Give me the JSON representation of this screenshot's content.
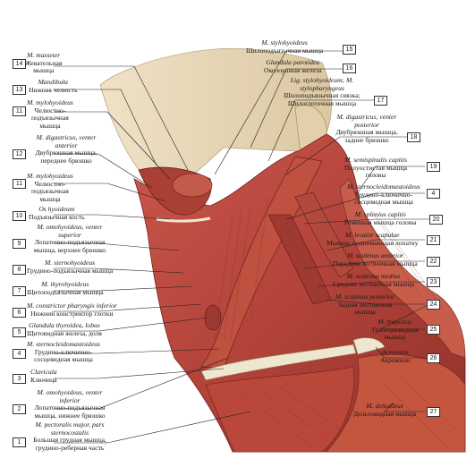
{
  "left_labels": [
    {
      "num": "14",
      "lat": "M. masseter",
      "ru": [
        "Жевательная",
        "мышца"
      ]
    },
    {
      "num": "13",
      "lat": "Mandibula",
      "ru": [
        "Нижняя челюсть"
      ]
    },
    {
      "num": "11",
      "lat": "M. mylohyoideus",
      "ru": [
        "Челюстно-",
        "подъязычная",
        "мышца"
      ]
    },
    {
      "num": "12",
      "lat": "M. digastricus, venter anterior",
      "ru": [
        "Двубрюшная мышца,",
        "переднее брюшко"
      ]
    },
    {
      "num": "11",
      "lat": "M. mylohyoideus",
      "ru": [
        "Челюстно-",
        "подъязычная",
        "мышца"
      ]
    },
    {
      "num": "10",
      "lat": "Os hyoideum",
      "ru": [
        "Подъязычная кость"
      ]
    },
    {
      "num": "9",
      "lat": "M. omohyoideus, venter superior",
      "ru": [
        "Лопаточно-подъязычная",
        "мышца, верхнее брюшко"
      ]
    },
    {
      "num": "8",
      "lat": "M. sternohyoideus",
      "ru": [
        "Грудино-подъязычная мышца"
      ]
    },
    {
      "num": "7",
      "lat": "M. thyrohyoideus",
      "ru": [
        "Щитоподъязычная мышца"
      ]
    },
    {
      "num": "6",
      "lat": "M. constrictor pharyngis inferior",
      "ru": [
        "Нижний констриктор глотки"
      ]
    },
    {
      "num": "5",
      "lat": "Glandula thyroidea, lobus",
      "ru": [
        "Щитовидная железа, доля"
      ]
    },
    {
      "num": "4",
      "lat": "M. sternocleidomastoideus",
      "ru": [
        "Грудино-ключично-",
        "сосцевидная мышца"
      ]
    },
    {
      "num": "3",
      "lat": "Clavicula",
      "ru": [
        "Ключица"
      ]
    },
    {
      "num": "2",
      "lat": "M. omohyoideus, venter inferior",
      "ru": [
        "Лопаточно-подъязычная",
        "мышца, нижнее брюшко"
      ]
    },
    {
      "num": "1",
      "lat": "M. pectoralis major, pars sternocostalis",
      "ru": [
        "Большая грудная мышца,",
        "грудино-реберная часть"
      ]
    }
  ],
  "right_labels": [
    {
      "num": "15",
      "lat": "M. stylohyoideus",
      "ru": [
        "Шилоподъязычная мышца"
      ]
    },
    {
      "num": "16",
      "lat": "Glandula parotidea",
      "ru": [
        "Околоушная железа"
      ]
    },
    {
      "num": "17",
      "lat": "Lig. stylohyoideum; M. stylopharyngeus",
      "ru": [
        "Шилоподъязычная связка;",
        "Шилоглоточная мышца"
      ]
    },
    {
      "num": "18",
      "lat": "M. digastricus, venter posterior",
      "ru": [
        "Двубрюшная мышца,",
        "заднее брюшко"
      ]
    },
    {
      "num": "19",
      "lat": "M. semispinalis capitis",
      "ru": [
        "Полуостистая мышца",
        "головы"
      ]
    },
    {
      "num": "4",
      "lat": "M. sternocleidomastoideus",
      "ru": [
        "Грудино-ключично-",
        "сосцевидная мышца"
      ]
    },
    {
      "num": "20",
      "lat": "M. splenius capitis",
      "ru": [
        "Ременная мышца головы"
      ]
    },
    {
      "num": "21",
      "lat": "M. levator scapulae",
      "ru": [
        "Мышца, поднимающая лопатку"
      ]
    },
    {
      "num": "22",
      "lat": "M. scalenus anterior",
      "ru": [
        "Передняя лестничная мышца"
      ]
    },
    {
      "num": "23",
      "lat": "M. scalenus medius",
      "ru": [
        "Средняя лестничная мышца"
      ]
    },
    {
      "num": "24",
      "lat": "M. scalenus posterior",
      "ru": [
        "Задняя лестничная",
        "мышца"
      ]
    },
    {
      "num": "25",
      "lat": "M. trapezius",
      "ru": [
        "Трапециевидная",
        "мышца"
      ]
    },
    {
      "num": "26",
      "lat": "Acromion",
      "ru": [
        "Акромион"
      ]
    },
    {
      "num": "27",
      "lat": "M. deltoideus",
      "ru": [
        "Дельтовидная мышца"
      ]
    }
  ],
  "colors": {
    "muscle": "#b8473a",
    "muscle_dark": "#7e2a22",
    "muscle_light": "#d87a68",
    "skin": "#e9d9b8",
    "bone": "#efe6cf",
    "line": "#222222"
  }
}
